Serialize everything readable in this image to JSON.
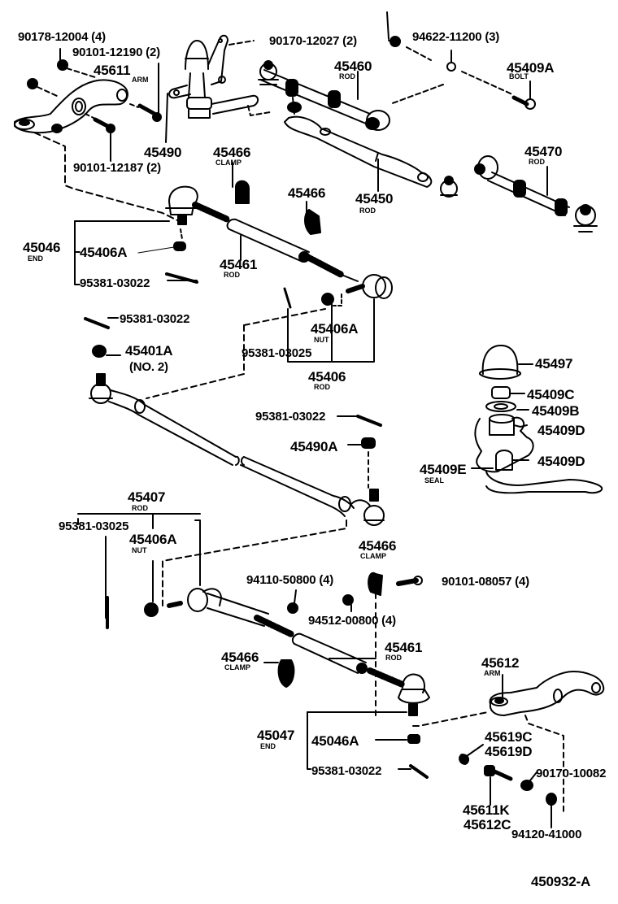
{
  "diagram": {
    "title": "Front Steering Linkage Exploded Parts Diagram",
    "figure_code": "450932-A",
    "labels": {
      "p90178_12004": "90178-12004 (4)",
      "p90101_12190": "90101-12190 (2)",
      "p45611": "45611",
      "p45611_sub": "ARM",
      "p45490": "45490",
      "p90101_12187": "90101-12187 (2)",
      "p90170_12027": "90170-12027 (2)",
      "p94622_11200": "94622-11200 (3)",
      "p45460": "45460",
      "p45460_sub": "ROD",
      "p45409A": "45409A",
      "p45409A_sub": "BOLT",
      "p45470": "45470",
      "p45470_sub": "ROD",
      "p45450": "45450",
      "p45450_sub": "ROD",
      "p45466_a": "45466",
      "p45466_a_sub": "CLAMP",
      "p45466_b": "45466",
      "p45046": "45046",
      "p45046_sub": "END",
      "p45406A_a": "45406A",
      "p95381_03022_a": "95381-03022",
      "p45461_a": "45461",
      "p45461_a_sub": "ROD",
      "p95381_03022_b": "95381-03022",
      "p45401A": "45401A",
      "p45401A_sub": "(NO. 2)",
      "p45406A_b": "45406A",
      "p45406A_b_sub": "NUT",
      "p95381_03025_a": "95381-03025",
      "p45406": "45406",
      "p45406_sub": "ROD",
      "p45497": "45497",
      "p45409C": "45409C",
      "p45409B": "45409B",
      "p45409D_a": "45409D",
      "p45409D_b": "45409D",
      "p45409E": "45409E",
      "p45409E_sub": "SEAL",
      "p95381_03022_c": "95381-03022",
      "p45490A": "45490A",
      "p45407": "45407",
      "p45407_sub": "ROD",
      "p95381_03025_b": "95381-03025",
      "p45406A_c": "45406A",
      "p45406A_c_sub": "NUT",
      "p45466_c": "45466",
      "p45466_c_sub": "CLAMP",
      "p94110_50800": "94110-50800 (4)",
      "p90101_08057": "90101-08057 (4)",
      "p94512_00800": "94512-00800 (4)",
      "p45461_b": "45461",
      "p45461_b_sub": "ROD",
      "p45466_d": "45466",
      "p45466_d_sub": "CLAMP",
      "p45612": "45612",
      "p45612_sub": "ARM",
      "p45047": "45047",
      "p45047_sub": "END",
      "p45046A": "45046A",
      "p95381_03022_d": "95381-03022",
      "p45619C": "45619C",
      "p45619D": "45619D",
      "p90170_10082": "90170-10082",
      "p45611K": "45611K",
      "p45612C": "45612C",
      "p94120_41000": "94120-41000"
    }
  }
}
